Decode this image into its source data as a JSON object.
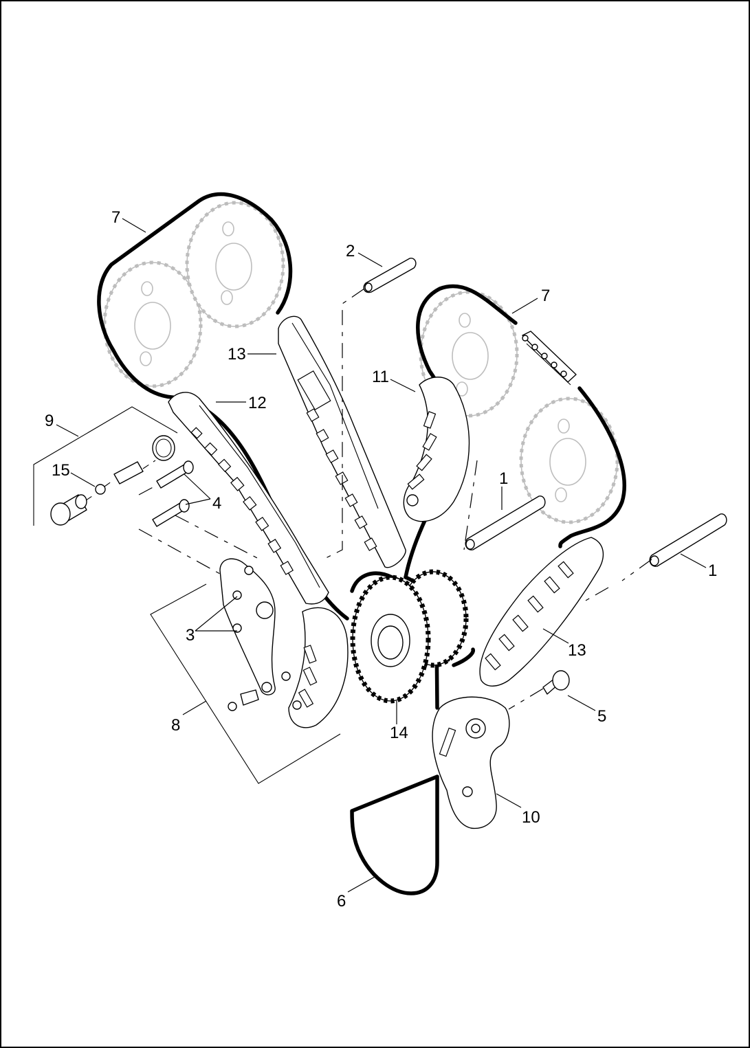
{
  "diagram": {
    "callouts": {
      "c7_left": "7",
      "c2": "2",
      "c7_right": "7",
      "c13_upper": "13",
      "c11": "11",
      "c12": "12",
      "c9": "9",
      "c15": "15",
      "c4": "4",
      "c1_mid": "1",
      "c1_right": "1",
      "c3": "3",
      "c13_lower": "13",
      "c8": "8",
      "c5": "5",
      "c14": "14",
      "c10": "10",
      "c6": "6"
    }
  }
}
